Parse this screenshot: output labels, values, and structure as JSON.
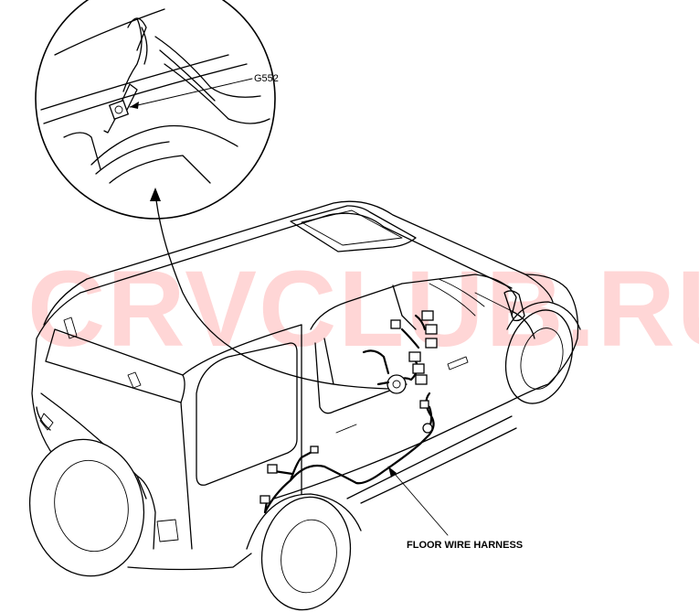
{
  "watermark": "CRVCLUB.RU",
  "callouts": {
    "ground_point": "G552",
    "harness": "FLOOR WIRE HARNESS"
  },
  "colors": {
    "line": "#000000",
    "watermark": "#ffd6d6",
    "background": "#ffffff"
  }
}
